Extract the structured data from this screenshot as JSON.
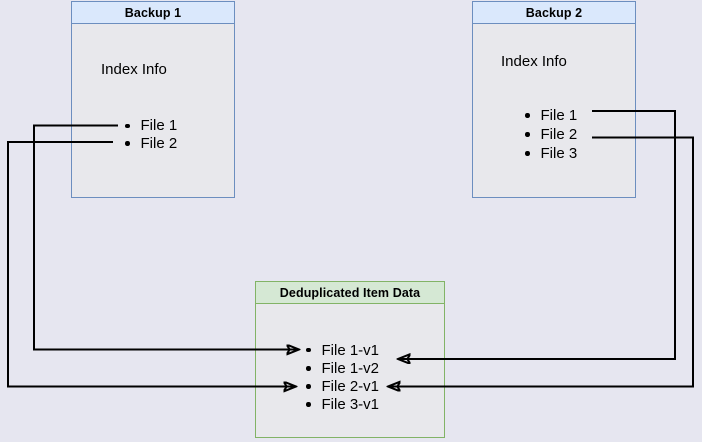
{
  "colors": {
    "page_background": "#e6e6f0",
    "box_fill": "#e8e8ec",
    "blue_header_fill": "#dae8fc",
    "blue_border": "#6c8ebf",
    "green_header_fill": "#d5e8d4",
    "green_border": "#82b366",
    "connector": "#000000",
    "text": "#000000"
  },
  "boxes": {
    "backup1": {
      "title": "Backup 1",
      "index_label": "Index Info",
      "files": [
        "File 1",
        "File 2"
      ]
    },
    "backup2": {
      "title": "Backup 2",
      "index_label": "Index Info",
      "files": [
        "File 1",
        "File 2",
        "File 3"
      ]
    },
    "dedup": {
      "title": "Deduplicated Item Data",
      "items": [
        "File 1-v1",
        "File 1-v2",
        "File 2-v1",
        "File 3-v1"
      ]
    }
  },
  "edges": [
    {
      "from": "Backup 1 / File 1",
      "to": "Deduplicated Item Data / File 1-v1"
    },
    {
      "from": "Backup 1 / File 2",
      "to": "Deduplicated Item Data / File 2-v1"
    },
    {
      "from": "Backup 2 / File 1",
      "to": "Deduplicated Item Data / File 1-v2"
    },
    {
      "from": "Backup 2 / File 2",
      "to": "Deduplicated Item Data / File 2-v1"
    }
  ]
}
